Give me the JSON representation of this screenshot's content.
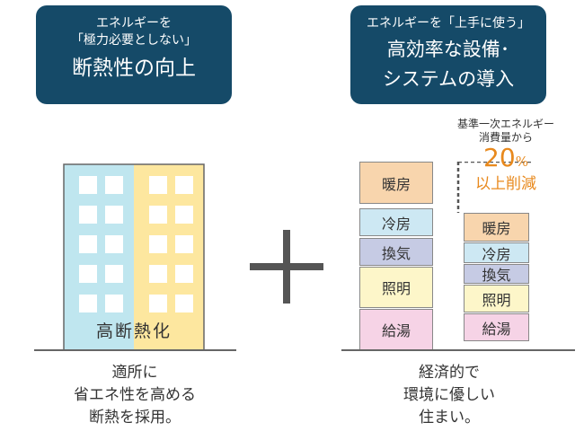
{
  "panels": {
    "left": {
      "header_line1": "エネルギーを",
      "header_line2": "「極力必要としない」",
      "header_title": "断熱性の向上",
      "building_label": "高断熱化",
      "caption": [
        "適所に",
        "省エネ性を高める",
        "断熱を採用。"
      ]
    },
    "right": {
      "header_line1": "エネルギーを「上手に使う」",
      "header_title_line1": "高効率な設備･",
      "header_title_line2": "システムの導入",
      "caption": [
        "経済的で",
        "環境に優しい",
        "住まい。"
      ]
    }
  },
  "chart": {
    "before": [
      {
        "label": "暖房",
        "color": "#f8d5ad"
      },
      {
        "label": "冷房",
        "color": "#cde8f3"
      },
      {
        "label": "換気",
        "color": "#c6cbe4"
      },
      {
        "label": "照明",
        "color": "#fdf6c9"
      },
      {
        "label": "給湯",
        "color": "#f6d3e6"
      }
    ],
    "after": [
      {
        "label": "暖房",
        "color": "#f8d5ad"
      },
      {
        "label": "冷房",
        "color": "#cde8f3"
      },
      {
        "label": "換気",
        "color": "#c6cbe4"
      },
      {
        "label": "照明",
        "color": "#fdf6c9"
      },
      {
        "label": "給湯",
        "color": "#f6d3e6"
      }
    ],
    "note_line1": "基準一次エネルギー",
    "note_line2": "消費量から",
    "reduction_value": "20",
    "reduction_unit": "%",
    "reduction_text": "以上削減"
  },
  "colors": {
    "header_bg": "#154a68",
    "building_left": "#bfe6ef",
    "building_right": "#fde79f",
    "accent_orange": "#e8891d",
    "plus": "#555555"
  }
}
